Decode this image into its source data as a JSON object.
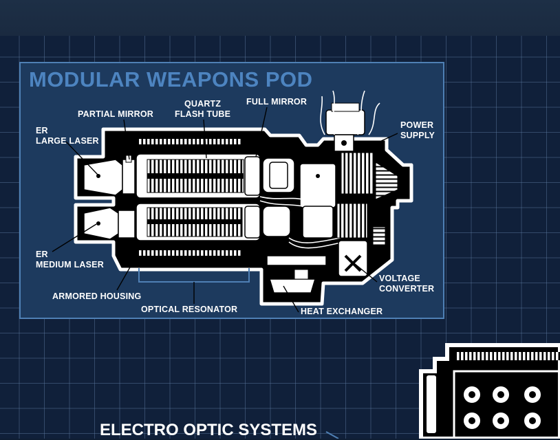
{
  "title": "MODULAR WEAPONS POD",
  "labels": {
    "partial_mirror": "PARTIAL MIRROR",
    "quartz_flash_tube": "QUARTZ\nFLASH TUBE",
    "full_mirror": "FULL MIRROR",
    "power_supply": "POWER\nSUPPLY",
    "er_large_laser": "ER\nLARGE LASER",
    "er_medium_laser": "ER\nMEDIUM LASER",
    "armored_housing": "ARMORED HOUSING",
    "optical_resonator": "OPTICAL RESONATOR",
    "heat_exchanger": "HEAT EXCHANGER",
    "voltage_converter": "VOLTAGE\nCONVERTER"
  },
  "section_title": "ELECTRO OPTIC SYSTEMS",
  "colors": {
    "background": "#10203a",
    "panel": "#1d3a5e",
    "panel_border": "#4f80b5",
    "title": "#4d84c0",
    "line_art": "#ffffff"
  }
}
